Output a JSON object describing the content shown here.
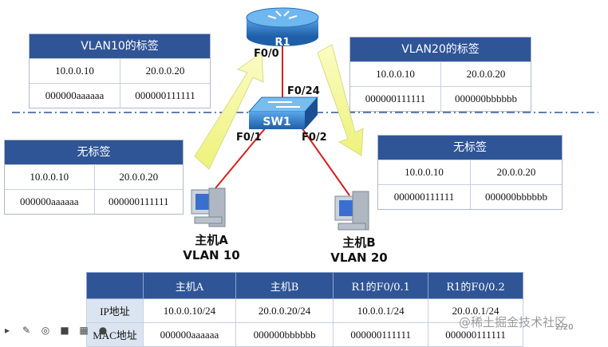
{
  "vlan10_tag": {
    "title": "VLAN10的标签",
    "ips": [
      "10.0.0.10",
      "20.0.0.20"
    ],
    "macs": [
      "000000aaaaaa",
      "000000111111"
    ]
  },
  "vlan20_tag": {
    "title": "VLAN20的标签",
    "ips": [
      "10.0.0.10",
      "20.0.0.20"
    ],
    "macs": [
      "000000111111",
      "000000bbbbbb"
    ]
  },
  "untagged_left": {
    "title": "无标签",
    "ips": [
      "10.0.0.10",
      "20.0.0.20"
    ],
    "macs": [
      "000000aaaaaa",
      "000000111111"
    ]
  },
  "untagged_right": {
    "title": "无标签",
    "ips": [
      "10.0.0.10",
      "20.0.0.20"
    ],
    "macs": [
      "000000111111",
      "000000bbbbbb"
    ]
  },
  "router": {
    "name": "R1",
    "port": "F0/0"
  },
  "switch": {
    "name": "SW1",
    "port_up": "F0/24",
    "port_left": "F0/1",
    "port_right": "F0/2"
  },
  "host_a": {
    "name": "主机A",
    "vlan": "VLAN 10"
  },
  "host_b": {
    "name": "主机B",
    "vlan": "VLAN 20"
  },
  "table": {
    "headers": [
      "",
      "主机A",
      "主机B",
      "R1的F0/0.1",
      "R1的F0/0.2"
    ],
    "rows": [
      {
        "label": "IP地址",
        "cells": [
          "10.0.0.10/24",
          "20.0.0.20/24",
          "10.0.0.1/24",
          "20.0.0.1/24"
        ]
      },
      {
        "label": "MAC地址",
        "cells": [
          "000000aaaaaa",
          "000000bbbbbb",
          "000000111111",
          "000000111111"
        ]
      }
    ]
  },
  "watermark": "@稀土掘金技术社区",
  "page": "2/20",
  "colors": {
    "header": "#2f5597",
    "arrow": "#f4f5a0",
    "cable": "#d81e1e",
    "device": "#2a6db6"
  }
}
